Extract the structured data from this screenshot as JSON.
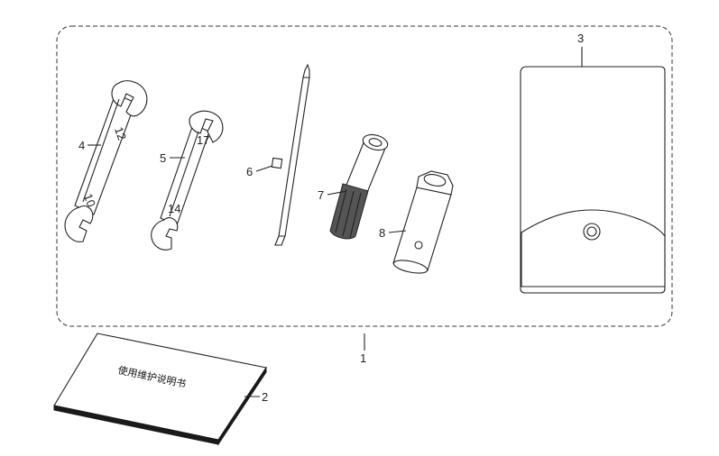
{
  "callouts": {
    "kit": "1",
    "manual": "2",
    "pouch": "3",
    "wrench_large": "4",
    "wrench_small": "5",
    "screwdriver": "6",
    "socket_handle": "7",
    "spark_plug_socket": "8"
  },
  "wrench_sizes": {
    "large_top": "12",
    "large_bottom": "10",
    "small_top": "17",
    "small_bottom": "14"
  },
  "manual": {
    "title": "使用维护说明书"
  },
  "colors": {
    "line": "#222222",
    "background": "#ffffff",
    "manual_edge": "#1a1a1a"
  }
}
